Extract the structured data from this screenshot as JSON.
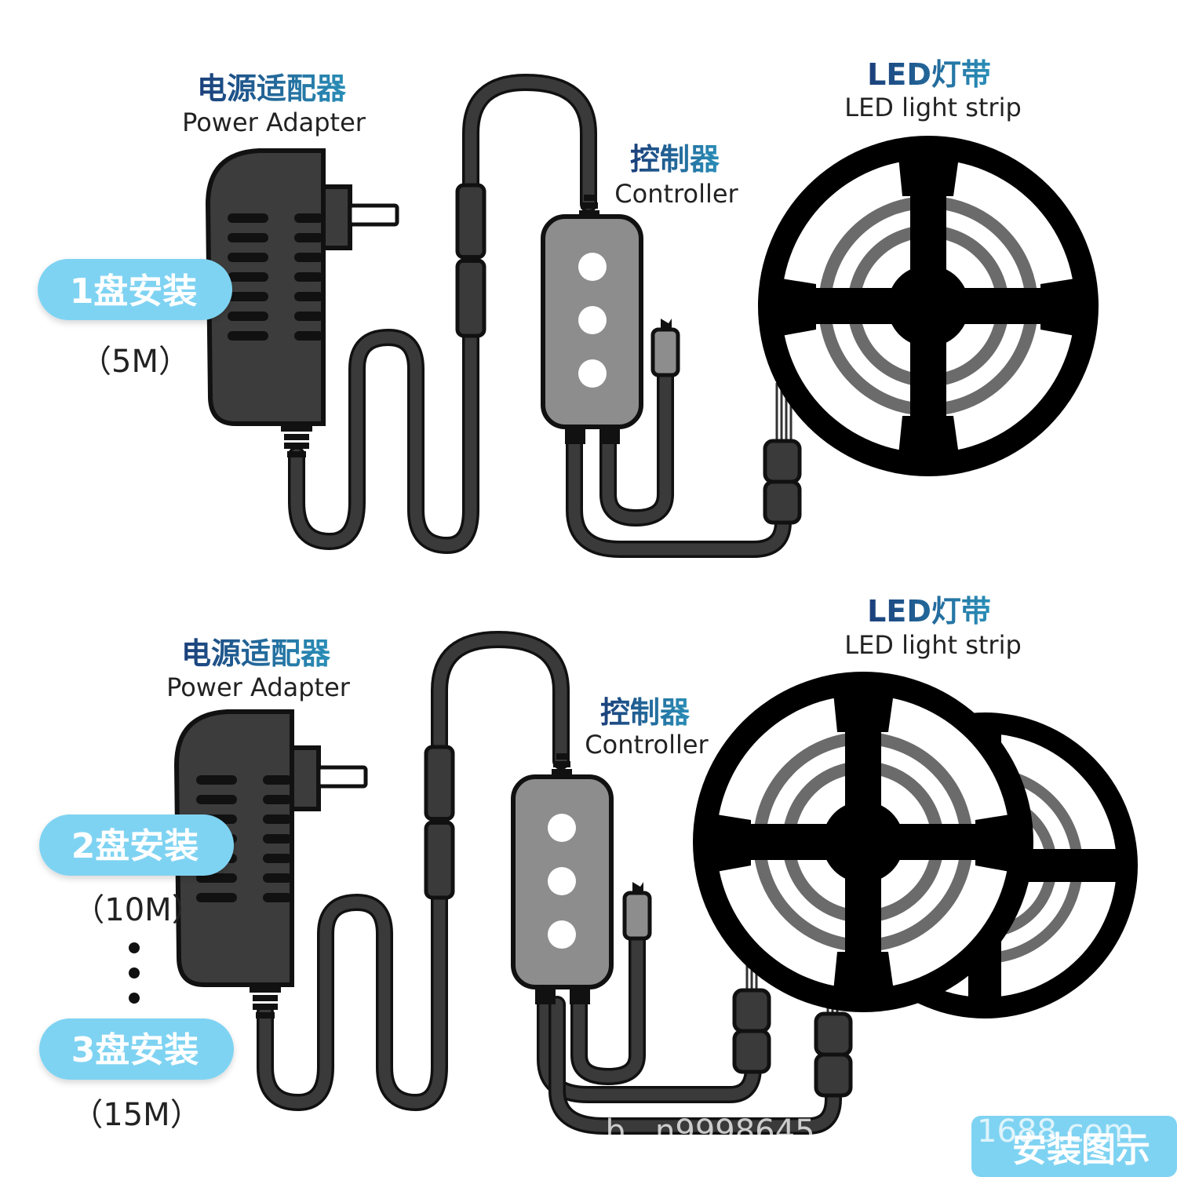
{
  "panel_top": {
    "adapter_title_cn": "电源适配器",
    "adapter_title_en": "Power Adapter",
    "controller_title_cn": "控制器",
    "controller_title_en": "Controller",
    "strip_title_cn": "LED灯带",
    "strip_title_en": "LED light strip",
    "install_badge": "1盘安装",
    "length": "（5M）"
  },
  "panel_bottom": {
    "adapter_title_cn": "电源适配器",
    "adapter_title_en": "Power Adapter",
    "controller_title_cn": "控制器",
    "controller_title_en": "Controller",
    "strip_title_cn": "LED灯带",
    "strip_title_en": "LED light strip",
    "install_badge_a": "2盘安装",
    "length_a": "（10M）",
    "install_badge_b": "3盘安装",
    "length_b": "（15M）"
  },
  "corner_badge": "安装图示",
  "watermark_left": "b...n9998645",
  "watermark_right": "1688.com",
  "colors": {
    "title_gradient_start": "#1b3f7a",
    "title_gradient_end": "#2a8fb8",
    "badge": "#7fd3f2",
    "cable": "#3a3a3a",
    "device_dark": "#3c3c3c",
    "controller_body": "#8d8d8d",
    "reel": "#000000",
    "reel_rings": "#6b6b6b"
  }
}
